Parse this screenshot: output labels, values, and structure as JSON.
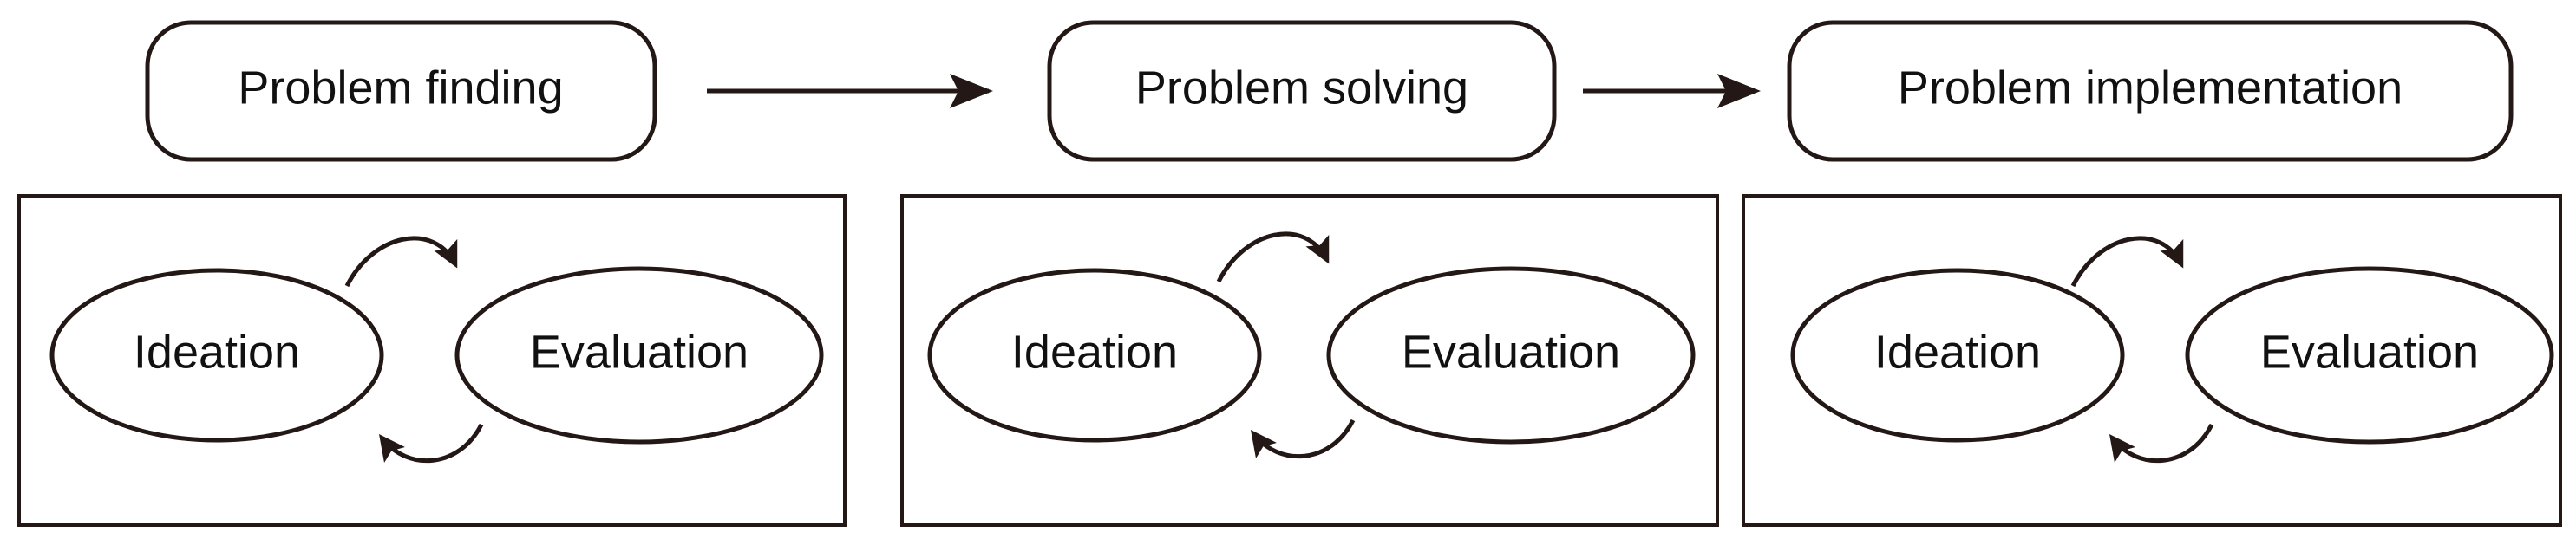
{
  "stages": [
    {
      "label": "Problem finding",
      "cycle": {
        "left_node": "Ideation",
        "right_node": "Evaluation"
      }
    },
    {
      "label": "Problem solving",
      "cycle": {
        "left_node": "Ideation",
        "right_node": "Evaluation"
      }
    },
    {
      "label": "Problem implementation",
      "cycle": {
        "left_node": "Ideation",
        "right_node": "Evaluation"
      }
    }
  ],
  "colors": {
    "stroke": "#231815",
    "text": "#111111",
    "background": "#ffffff"
  }
}
